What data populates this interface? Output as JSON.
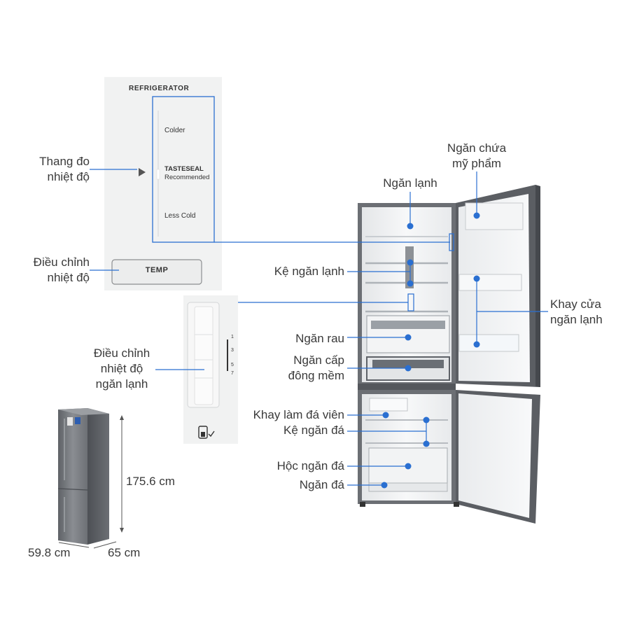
{
  "control_panel": {
    "title": "REFRIGERATOR",
    "colder": "Colder",
    "tasteseal_1": "TASTESEAL",
    "tasteseal_2": "Recommended",
    "less_cold": "Less Cold",
    "temp_button": "TEMP"
  },
  "dial_panel": {
    "scale": [
      "1",
      "3",
      "5",
      "7"
    ]
  },
  "callouts": {
    "temp_scale": [
      "Thang đo",
      "nhiệt độ"
    ],
    "temp_adjust": [
      "Điều chỉnh",
      "nhiệt độ"
    ],
    "fridge_temp_adjust": [
      "Điều chỉnh",
      "nhiệt độ",
      "ngăn lạnh"
    ],
    "cosmetic_compartment": [
      "Ngăn chứa",
      "mỹ phẩm"
    ],
    "fridge_compartment": "Ngăn lạnh",
    "fridge_shelf": "Kệ ngăn lạnh",
    "door_tray": [
      "Khay cửa",
      "ngăn lạnh"
    ],
    "vegetable_drawer": "Ngăn rau",
    "soft_freeze": [
      "Ngăn cấp",
      "đông mềm"
    ],
    "ice_tray": "Khay làm đá viên",
    "freezer_shelf": "Kệ ngăn đá",
    "freezer_drawer": "Hộc ngăn đá",
    "freezer": "Ngăn đá"
  },
  "dimensions": {
    "height": "175.6 cm",
    "width": "59.8 cm",
    "depth": "65 cm"
  },
  "colors": {
    "accent": "#2a6fd1",
    "label_text": "#3a3a3a",
    "panel_bg": "#f1f2f2",
    "fridge_body": "#7c7f84"
  }
}
